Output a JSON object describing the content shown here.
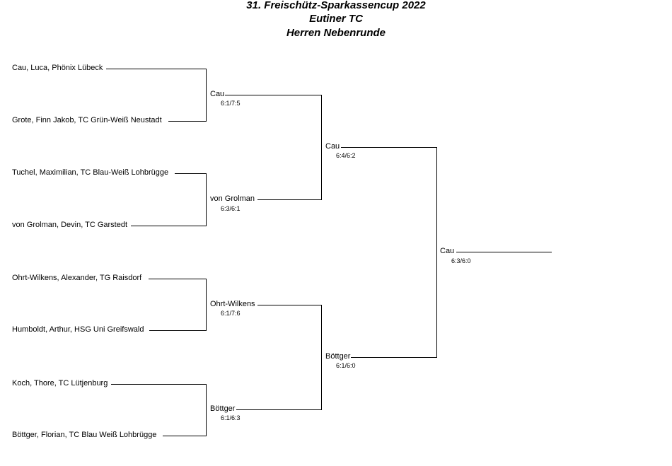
{
  "header": {
    "line1": "31. Freischütz-Sparkassencup 2022",
    "line2": "Eutiner TC",
    "line3": "Herren Nebenrunde"
  },
  "bracket": {
    "round1": [
      "Cau, Luca, Phönix Lübeck",
      "Grote, Finn Jakob, TC Grün-Weiß Neustadt",
      "Tuchel, Maximilian, TC Blau-Weiß Lohbrügge",
      "von Grolman, Devin, TC Garstedt",
      "Ohrt-Wilkens, Alexander, TG Raisdorf",
      "Humboldt, Arthur, HSG Uni Greifswald",
      "Koch, Thore, TC Lütjenburg",
      "Böttger, Florian, TC Blau Weiß Lohbrügge"
    ],
    "round2": [
      {
        "name": "Cau",
        "score": "6:1/7:5"
      },
      {
        "name": "von Grolman",
        "score": "6:3/6:1"
      },
      {
        "name": "Ohrt-Wilkens",
        "score": "6:1/7:6"
      },
      {
        "name": "Böttger",
        "score": "6:1/6:3"
      }
    ],
    "semifinal": [
      {
        "name": "Cau",
        "score": "6:4/6:2"
      },
      {
        "name": "Böttger",
        "score": "6:1/6:0"
      }
    ],
    "final": {
      "name": "Cau",
      "score": "6:3/6:0"
    }
  }
}
